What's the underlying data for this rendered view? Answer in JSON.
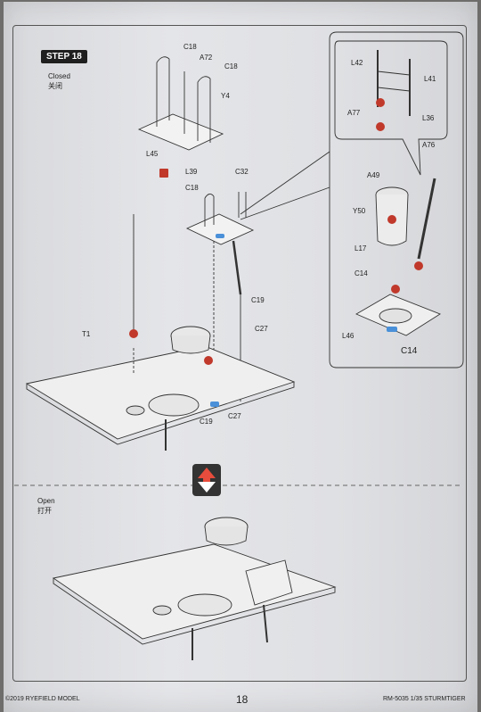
{
  "step": {
    "label": "STEP 18"
  },
  "states": {
    "closed": {
      "en": "Closed",
      "zh": "关闭"
    },
    "open": {
      "en": "Open",
      "zh": "打开"
    }
  },
  "parts": {
    "c18_a": "C18",
    "a72": "A72",
    "c18_b": "C18",
    "y4": "Y4",
    "l45": "L45",
    "l39": "L39",
    "c32": "C32",
    "c18_c": "C18",
    "c19_a": "C19",
    "c27_a": "C27",
    "t1": "T1",
    "c19_b": "C19",
    "c27_b": "C27",
    "l42": "L42",
    "l41": "L41",
    "a77": "A77",
    "l36": "L36",
    "a76": "A76",
    "a49": "A49",
    "y50": "Y50",
    "l17": "L17",
    "c14_a": "C14",
    "l46": "L46",
    "c14_b": "C14"
  },
  "footer": {
    "copyright": "©2019 RYEFIELD MODEL",
    "page": "18",
    "product": "RM-5035 1/35 STURMTIGER"
  },
  "colors": {
    "accent_red": "#c0392b",
    "part_blue": "#4a90d9",
    "badge": "#1f1f1f"
  }
}
